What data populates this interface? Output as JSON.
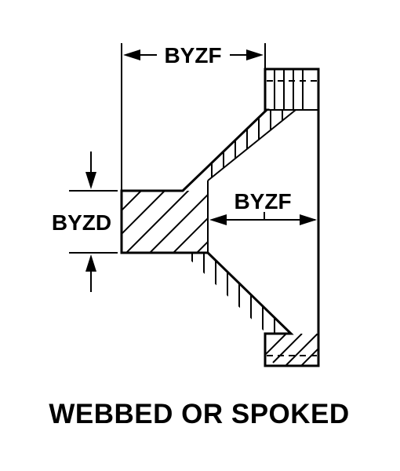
{
  "labels": {
    "top_dimension": "BYZF",
    "right_dimension": "BYZF",
    "left_dimension": "BYZD",
    "caption": "WEBBED OR SPOKED"
  },
  "colors": {
    "line": "#000000",
    "background": "#ffffff"
  }
}
